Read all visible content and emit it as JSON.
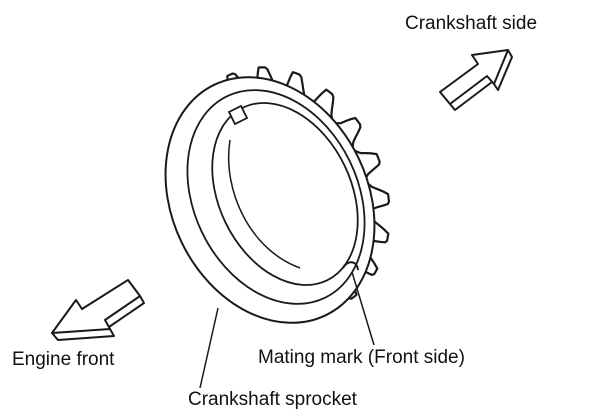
{
  "labels": {
    "crankshaft_side": "Crankshaft side",
    "engine_front": "Engine front",
    "mating_mark": "Mating mark (Front side)",
    "crankshaft_sprocket": "Crankshaft sprocket"
  },
  "sprocket": {
    "tooth_count": 19
  },
  "colors": {
    "line": "#1a1a1a",
    "fill": "#ffffff"
  }
}
